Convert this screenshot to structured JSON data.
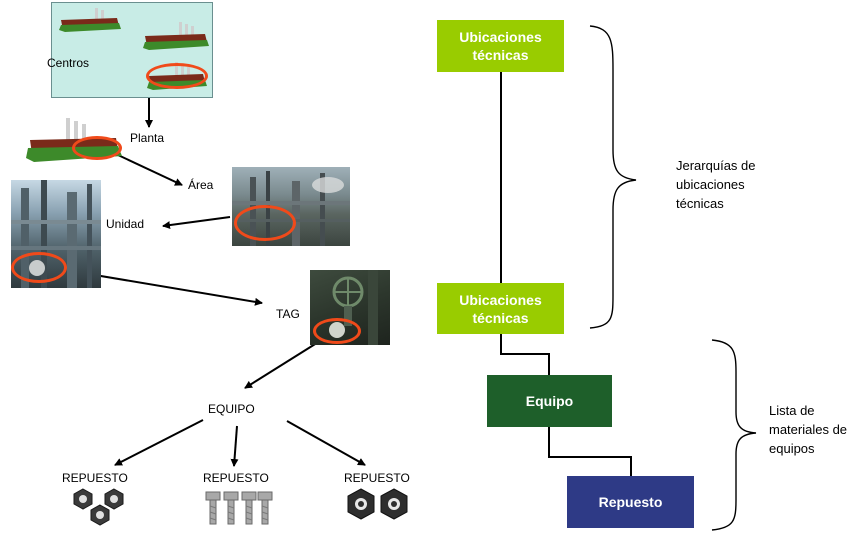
{
  "colors": {
    "ubicacion_box": "#99cc00",
    "equipo_box": "#1e5f2a",
    "repuesto_box": "#2e3a86",
    "centros_panel": "#c8ece6",
    "highlight": "#f04a1a"
  },
  "left": {
    "centros": "Centros",
    "planta": "Planta",
    "area": "Área",
    "unidad": "Unidad",
    "tag": "TAG",
    "equipo": "EQUIPO",
    "repuestos": [
      "REPUESTO",
      "REPUESTO",
      "REPUESTO"
    ]
  },
  "right": {
    "ubicacion_top": "Ubicaciones técnicas",
    "ubicacion_bottom": "Ubicaciones técnicas",
    "equipo": "Equipo",
    "repuesto": "Repuesto",
    "jerarquias": "Jerarquías de ubicaciones técnicas",
    "lista": "Lista de materiales de equipos"
  },
  "icons": [
    "factory-icon",
    "industrial-photo",
    "hex-nut-icon",
    "bolt-icon"
  ]
}
